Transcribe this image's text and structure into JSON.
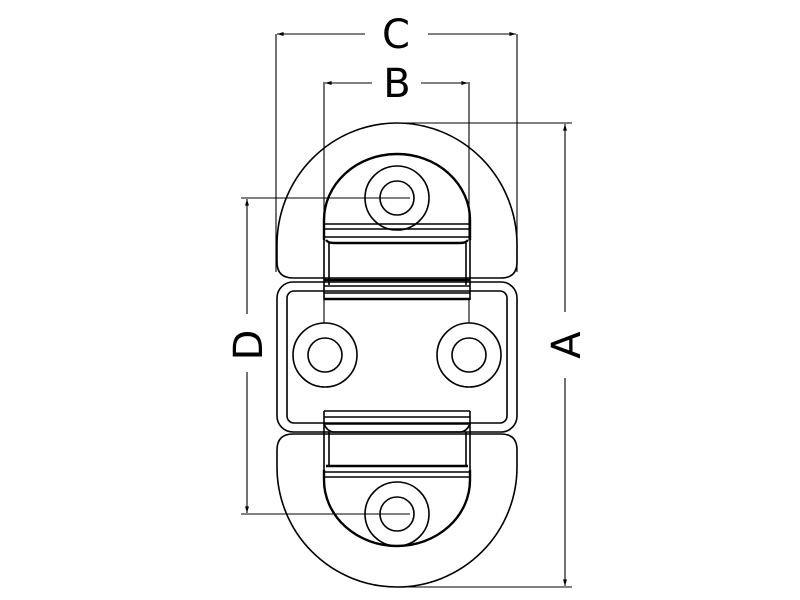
{
  "drawing": {
    "subject": "folding pad eye / double D-ring deck plate",
    "line_color": "#000000",
    "background": "#ffffff"
  },
  "dimensions": {
    "A": {
      "label": "A",
      "orientation": "vertical",
      "meaning": "overall length"
    },
    "B": {
      "label": "B",
      "orientation": "horizontal",
      "meaning": "inner ring width"
    },
    "C": {
      "label": "C",
      "orientation": "horizontal",
      "meaning": "overall width"
    },
    "D": {
      "label": "D",
      "orientation": "vertical",
      "meaning": "bolt hole spacing"
    }
  }
}
